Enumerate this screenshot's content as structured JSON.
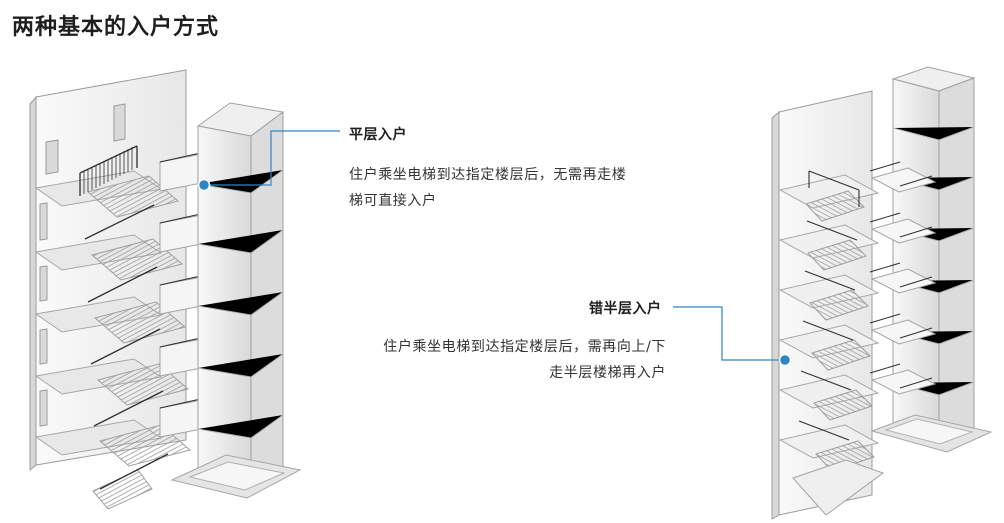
{
  "page": {
    "title": "两种基本的入户方式"
  },
  "entries": {
    "flat": {
      "label": "平层入户",
      "description_lines": [
        "住户乘坐电梯到达指定楼层后，无需再走楼",
        "梯可直接入户"
      ]
    },
    "split": {
      "label": "错半层入户",
      "description_lines": [
        "住户乘坐电梯到达指定楼层后，需再向上/下",
        "走半层楼梯再入户"
      ]
    }
  },
  "colors": {
    "accent": "#2e86c1",
    "wall": "#f1f1f1",
    "wall_dark": "#d8d8d8",
    "edge": "#8f8f8f",
    "rail": "#2f2f2f",
    "text": "#1f1f1f"
  }
}
